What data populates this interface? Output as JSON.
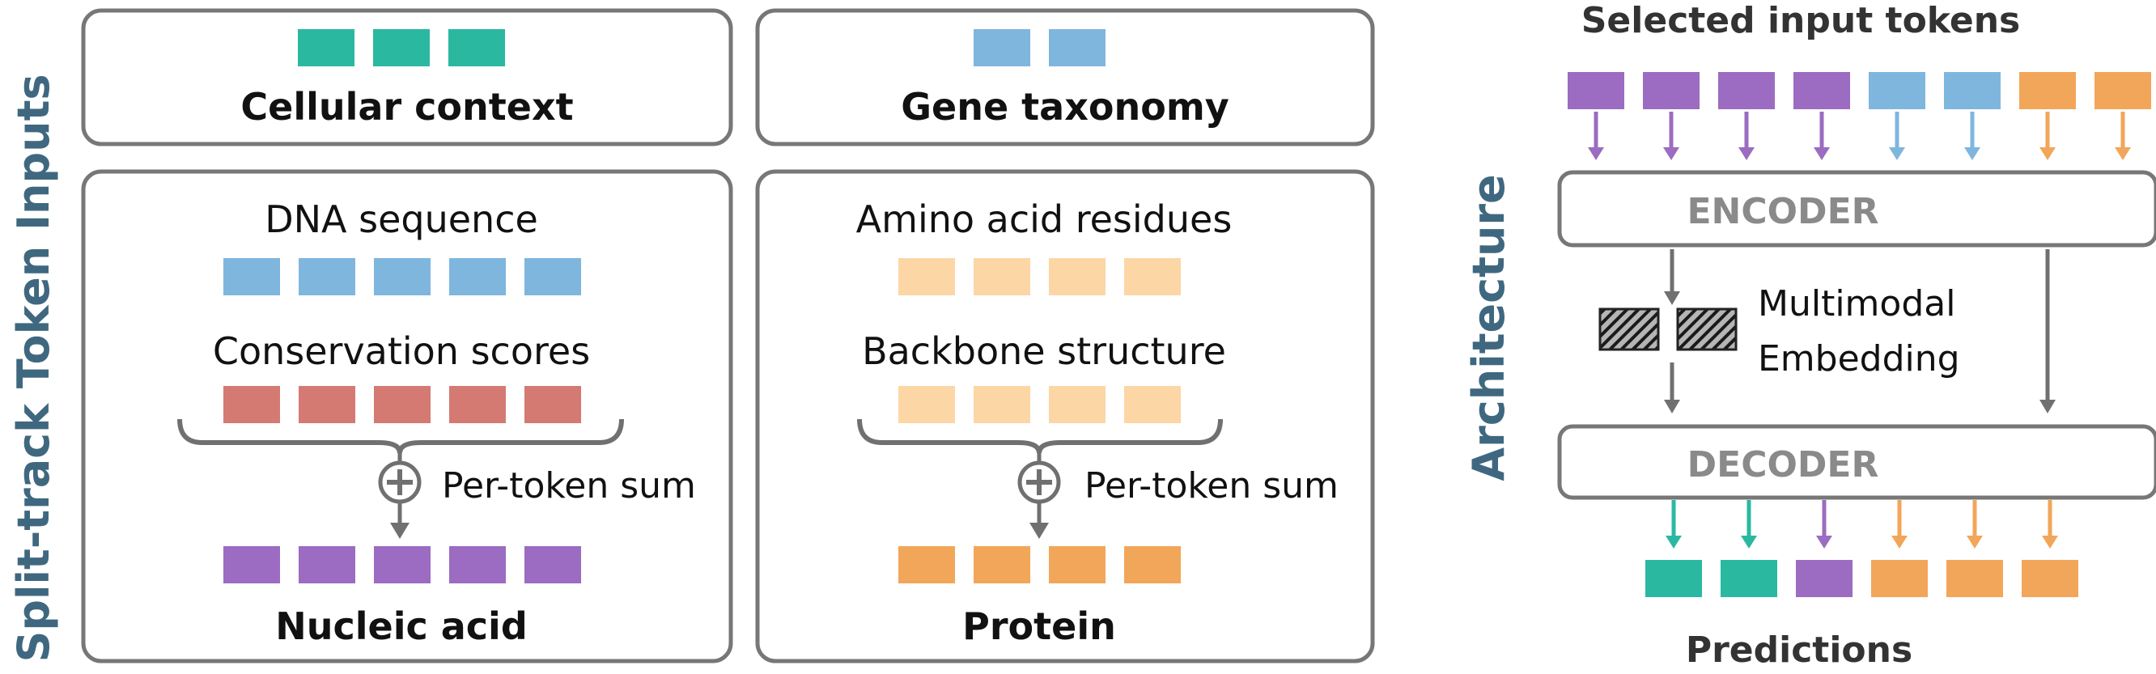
{
  "side_labels": {
    "inputs": "Split-track Token Inputs",
    "architecture": "Architecture"
  },
  "inputs": {
    "cellular_context": {
      "title": "Cellular context",
      "tokens": [
        "teal",
        "teal",
        "teal"
      ]
    },
    "gene_taxonomy": {
      "title": "Gene taxonomy",
      "tokens": [
        "blue",
        "blue"
      ]
    },
    "nucleic_acid": {
      "track1_label": "DNA sequence",
      "track1_tokens": [
        "blue",
        "blue",
        "blue",
        "blue",
        "blue"
      ],
      "track2_label": "Conservation scores",
      "track2_tokens": [
        "red",
        "red",
        "red",
        "red",
        "red"
      ],
      "sum_label": "Per-token sum",
      "result_tokens": [
        "purple",
        "purple",
        "purple",
        "purple",
        "purple"
      ],
      "title": "Nucleic acid"
    },
    "protein": {
      "track1_label": "Amino acid residues",
      "track1_tokens": [
        "peach",
        "peach",
        "peach",
        "peach"
      ],
      "track2_label": "Backbone structure",
      "track2_tokens": [
        "peach",
        "peach",
        "peach",
        "peach"
      ],
      "sum_label": "Per-token sum",
      "result_tokens": [
        "orange",
        "orange",
        "orange",
        "orange"
      ],
      "title": "Protein"
    }
  },
  "architecture": {
    "input_title": "Selected input tokens",
    "input_tokens": [
      "purple",
      "purple",
      "purple",
      "purple",
      "blue",
      "blue",
      "orange",
      "orange"
    ],
    "encoder_label": "ENCODER",
    "embedding_label_line1": "Multimodal",
    "embedding_label_line2": "Embedding",
    "decoder_label": "DECODER",
    "output_tokens": [
      "teal",
      "teal",
      "purple",
      "orange",
      "orange",
      "orange"
    ],
    "output_title": "Predictions"
  },
  "colors": {
    "teal": "#2bb8a1",
    "blue": "#7fb6de",
    "red": "#d47a72",
    "purple": "#9b6cc1",
    "peach": "#fdd6a6",
    "orange": "#f2a65a",
    "box_stroke": "#777777",
    "arrow": "#707070",
    "side_label": "#3f6880",
    "block_text": "#8a8a8a"
  }
}
